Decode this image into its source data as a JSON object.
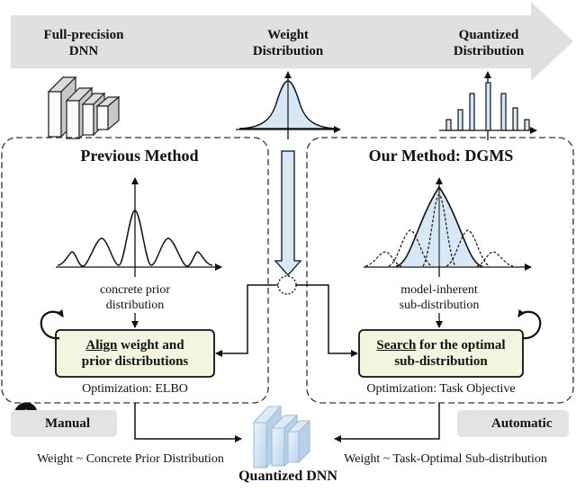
{
  "header": {
    "stage1": [
      "Full-precision",
      "DNN"
    ],
    "stage2": [
      "Weight",
      "Distribution"
    ],
    "stage3": [
      "Quantized",
      "Distribution"
    ]
  },
  "left_panel": {
    "title": "Previous Method",
    "prior_caption": [
      "concrete prior",
      "distribution"
    ],
    "box_line1_emph": "Align",
    "box_line1_rest": " weight and",
    "box_line2": "prior distributions",
    "optimization": "Optimization: ELBO",
    "badge": "Manual",
    "footer": "Weight ~ Concrete Prior Distribution"
  },
  "right_panel": {
    "title": "Our Method: DGMS",
    "sub_caption": [
      "model-inherent",
      "sub-distribution"
    ],
    "box_line1_emph": "Search",
    "box_line1_rest": " for the optimal",
    "box_line2": "sub-distribution",
    "optimization": "Optimization: Task Objective",
    "badge": "Automatic",
    "footer": "Weight ~ Task-Optimal Sub-distribution"
  },
  "output_label": "Quantized DNN",
  "icons": {
    "manual": "head-gear-icon",
    "automatic": "magnifier-pulse-icon"
  },
  "colors": {
    "highlight_box": "#f3f5df",
    "arrow_fill": "#e0e0e0",
    "dist_fill": "#d6e8f5"
  }
}
